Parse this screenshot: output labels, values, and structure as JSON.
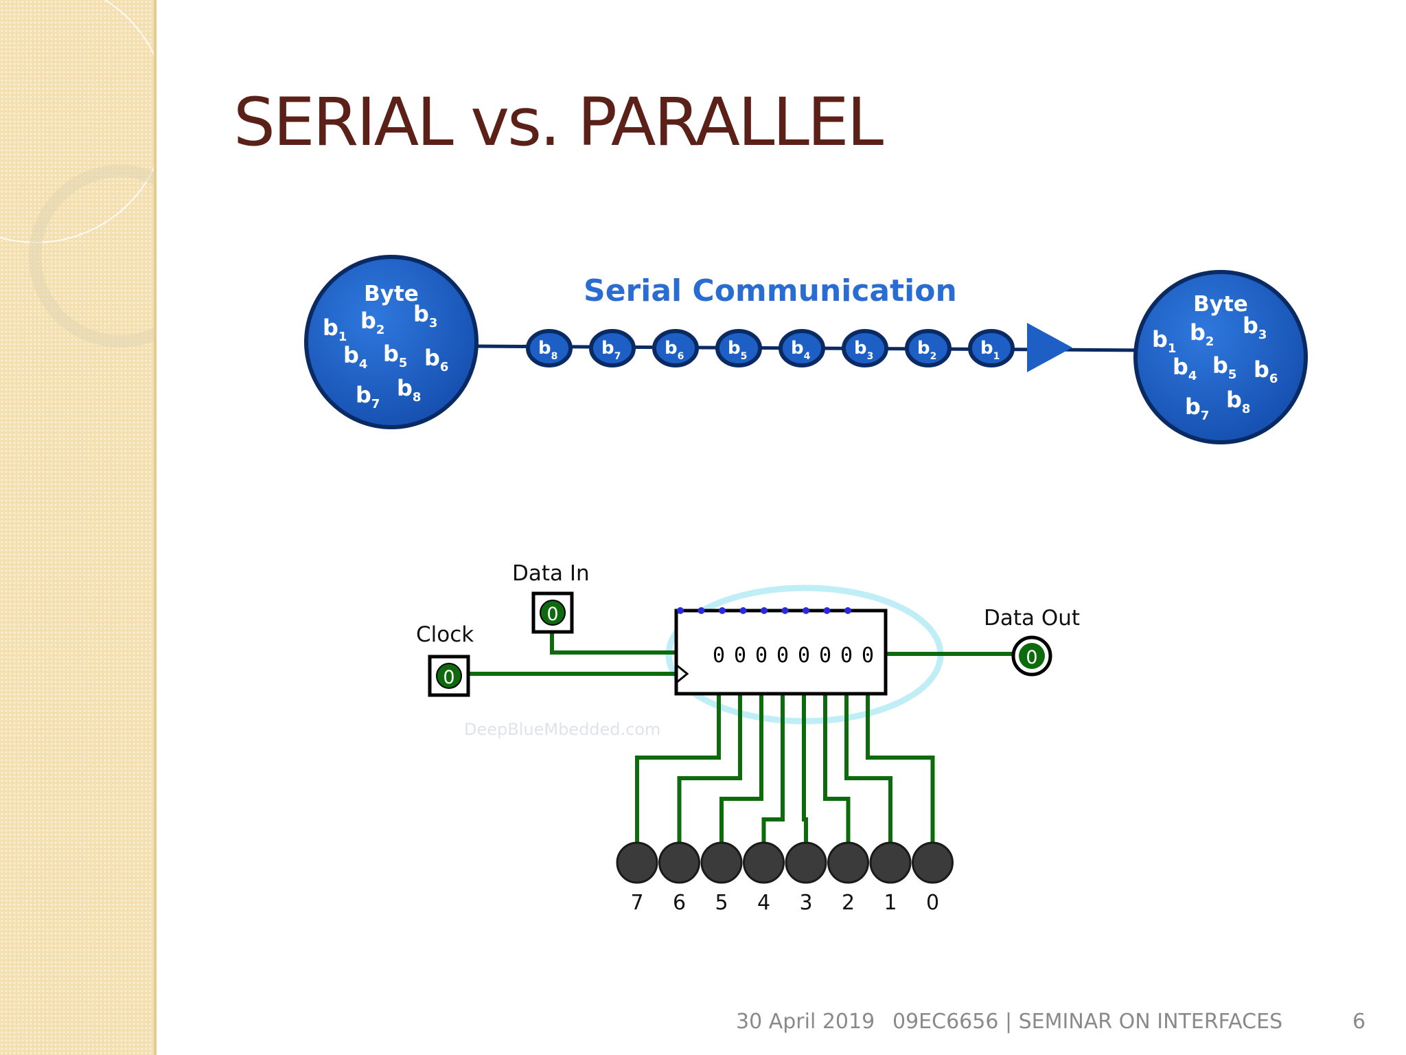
{
  "slide": {
    "title": "SERIAL vs. PARALLEL",
    "footer": {
      "date": "30 April 2019",
      "title": "09EC6656 | SEMINAR ON INTERFACES",
      "page": "6"
    }
  },
  "serial_diagram": {
    "caption": "Serial Communication",
    "sender_label": "Byte",
    "receiver_label": "Byte",
    "sender_bits": [
      "b",
      "b",
      "b",
      "b",
      "b",
      "b",
      "b",
      "b"
    ],
    "sender_subs": [
      "1",
      "2",
      "3",
      "4",
      "5",
      "6",
      "7",
      "8"
    ],
    "receiver_bits": [
      "b",
      "b",
      "b",
      "b",
      "b",
      "b",
      "b",
      "b"
    ],
    "receiver_subs": [
      "1",
      "2",
      "3",
      "4",
      "5",
      "6",
      "7",
      "8"
    ],
    "stream_bits": [
      "b",
      "b",
      "b",
      "b",
      "b",
      "b",
      "b",
      "b"
    ],
    "stream_subs": [
      "8",
      "7",
      "6",
      "5",
      "4",
      "3",
      "2",
      "1"
    ],
    "colors": {
      "ball": "#1d5fc4",
      "text": "#ffffff",
      "caption": "#2a6dd2",
      "line": "#0a2a63"
    }
  },
  "register_diagram": {
    "data_in_label": "Data In",
    "clock_label": "Clock",
    "data_out_label": "Data Out",
    "data_in_value": "0",
    "clock_value": "0",
    "data_out_value": "0",
    "register_bits": [
      "0",
      "0",
      "0",
      "0",
      "0",
      "0",
      "0",
      "0"
    ],
    "watermark": "DeepBlueMbedded.com",
    "outputs": [
      "7",
      "6",
      "5",
      "4",
      "3",
      "2",
      "1",
      "0"
    ],
    "colors": {
      "wire": "#0d6b0d",
      "led": "#3b3b3b",
      "glow": "#bfeef7",
      "pin": "#2b2bdd"
    }
  }
}
